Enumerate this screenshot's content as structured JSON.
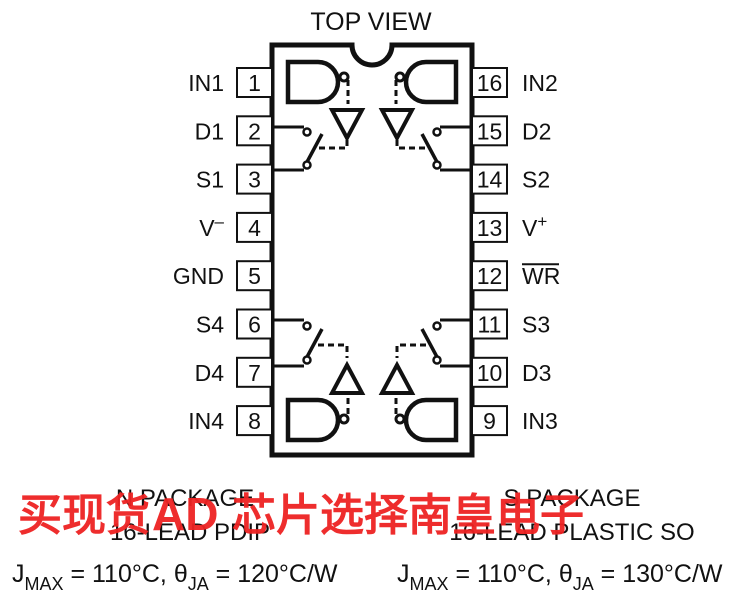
{
  "title": "TOP VIEW",
  "pins_left": [
    {
      "num": "1",
      "label": "IN1"
    },
    {
      "num": "2",
      "label": "D1"
    },
    {
      "num": "3",
      "label": "S1"
    },
    {
      "num": "4",
      "label": "V",
      "sup": "–"
    },
    {
      "num": "5",
      "label": "GND"
    },
    {
      "num": "6",
      "label": "S4"
    },
    {
      "num": "7",
      "label": "D4"
    },
    {
      "num": "8",
      "label": "IN4"
    }
  ],
  "pins_right": [
    {
      "num": "16",
      "label": "IN2"
    },
    {
      "num": "15",
      "label": "D2"
    },
    {
      "num": "14",
      "label": "S2"
    },
    {
      "num": "13",
      "label": "V",
      "sup": "+"
    },
    {
      "num": "12",
      "label": "WR",
      "overline": true
    },
    {
      "num": "11",
      "label": "S3"
    },
    {
      "num": "10",
      "label": "D3"
    },
    {
      "num": "9",
      "label": "IN3"
    }
  ],
  "packages": [
    {
      "line1": "N PACKAGE",
      "line2": "16-LEAD PDIP",
      "thermal": {
        "j": "J",
        "jsub": "MAX",
        "tj": " = 110°C, ",
        "theta": "θ",
        "thetasub": "JA",
        "tt": " = 120°C/W"
      }
    },
    {
      "line1": "S PACKAGE",
      "line2": "16-LEAD PLASTIC SO",
      "thermal": {
        "j": "J",
        "jsub": "MAX",
        "tj": " = 110°C, ",
        "theta": "θ",
        "thetasub": "JA",
        "tt": " = 130°C/W"
      }
    }
  ],
  "watermark": {
    "part1": "买现货",
    "part2": "AD",
    "part3": "芯片选择南皇电子"
  }
}
